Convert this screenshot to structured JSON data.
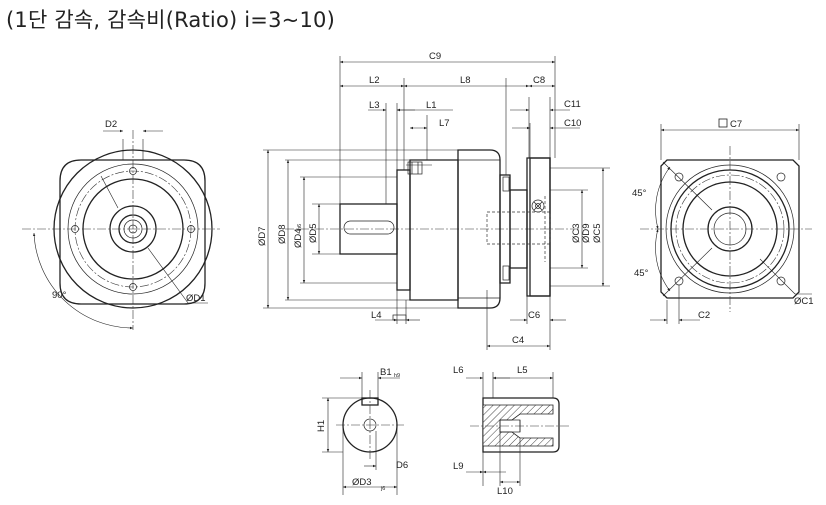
{
  "title": "(1단 감속, 감속비(Ratio) i=3~10)",
  "labels": {
    "D2": "D2",
    "D1": "ØD1",
    "angle90": "90°",
    "C9": "C9",
    "L2": "L2",
    "L8": "L8",
    "C8": "C8",
    "L3": "L3",
    "L1": "L1",
    "L7": "L7",
    "C11": "C11",
    "C10": "C10",
    "D7": "ØD7",
    "D8": "ØD8",
    "D4": "ØD4",
    "D4_tol": "h6",
    "D5": "ØD5",
    "C3": "ØC3",
    "D9": "ØD9",
    "C5": "ØC5",
    "L4": "L4",
    "C6": "C6",
    "C4": "C4",
    "C7": "C7",
    "angle45_top": "45°",
    "angle45_bottom": "45°",
    "C2": "C2",
    "C1": "ØC1",
    "B1": "B1",
    "B1_tol": "h9",
    "H1": "H1",
    "D6": "D6",
    "D3": "ØD3",
    "D3_tol": "j6",
    "L6": "L6",
    "L5": "L5",
    "L9": "L9",
    "L10": "L10"
  }
}
